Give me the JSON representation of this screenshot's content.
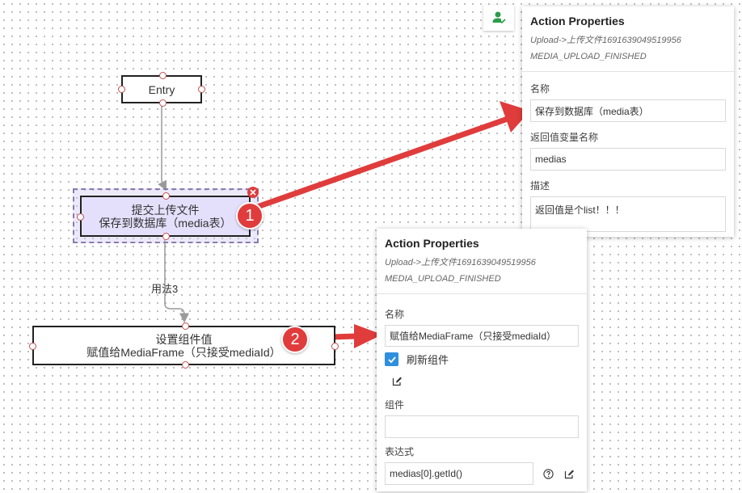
{
  "canvas": {
    "entry_node": {
      "label": "Entry"
    },
    "upload_node": {
      "line1": "提交上传文件",
      "line2": "保存到数据库（media表）"
    },
    "set_component_node": {
      "line1": "设置组件值",
      "line2": "赋值给MediaFrame（只接受mediaId）"
    },
    "edge_label": "用法3",
    "badges": [
      "1",
      "2"
    ]
  },
  "panel_top": {
    "title": "Action Properties",
    "subtitle1": "Upload->上传文件1691639049519956",
    "subtitle2": "MEDIA_UPLOAD_FINISHED",
    "name_label": "名称",
    "name_value": "保存到数据库（media表）",
    "return_var_label": "返回值变量名称",
    "return_var_value": "medias",
    "desc_label": "描述",
    "desc_value": "返回值是个list！！！"
  },
  "panel_bottom": {
    "title": "Action Properties",
    "subtitle1": "Upload->上传文件1691639049519956",
    "subtitle2": "MEDIA_UPLOAD_FINISHED",
    "name_label": "名称",
    "name_value": "赋值给MediaFrame（只接受mediaId）",
    "refresh_label": "刷新组件",
    "refresh_checked": true,
    "component_label": "组件",
    "component_value": "",
    "expression_label": "表达式",
    "expression_value": "medias[0].getId()"
  },
  "icons": [
    "user-check-icon",
    "close-icon",
    "edit-icon",
    "help-icon",
    "checkmark-icon"
  ],
  "colors": {
    "arrow": "#e03c3c",
    "checkbox": "#2f8fde",
    "selection": "#8a7bb0"
  }
}
